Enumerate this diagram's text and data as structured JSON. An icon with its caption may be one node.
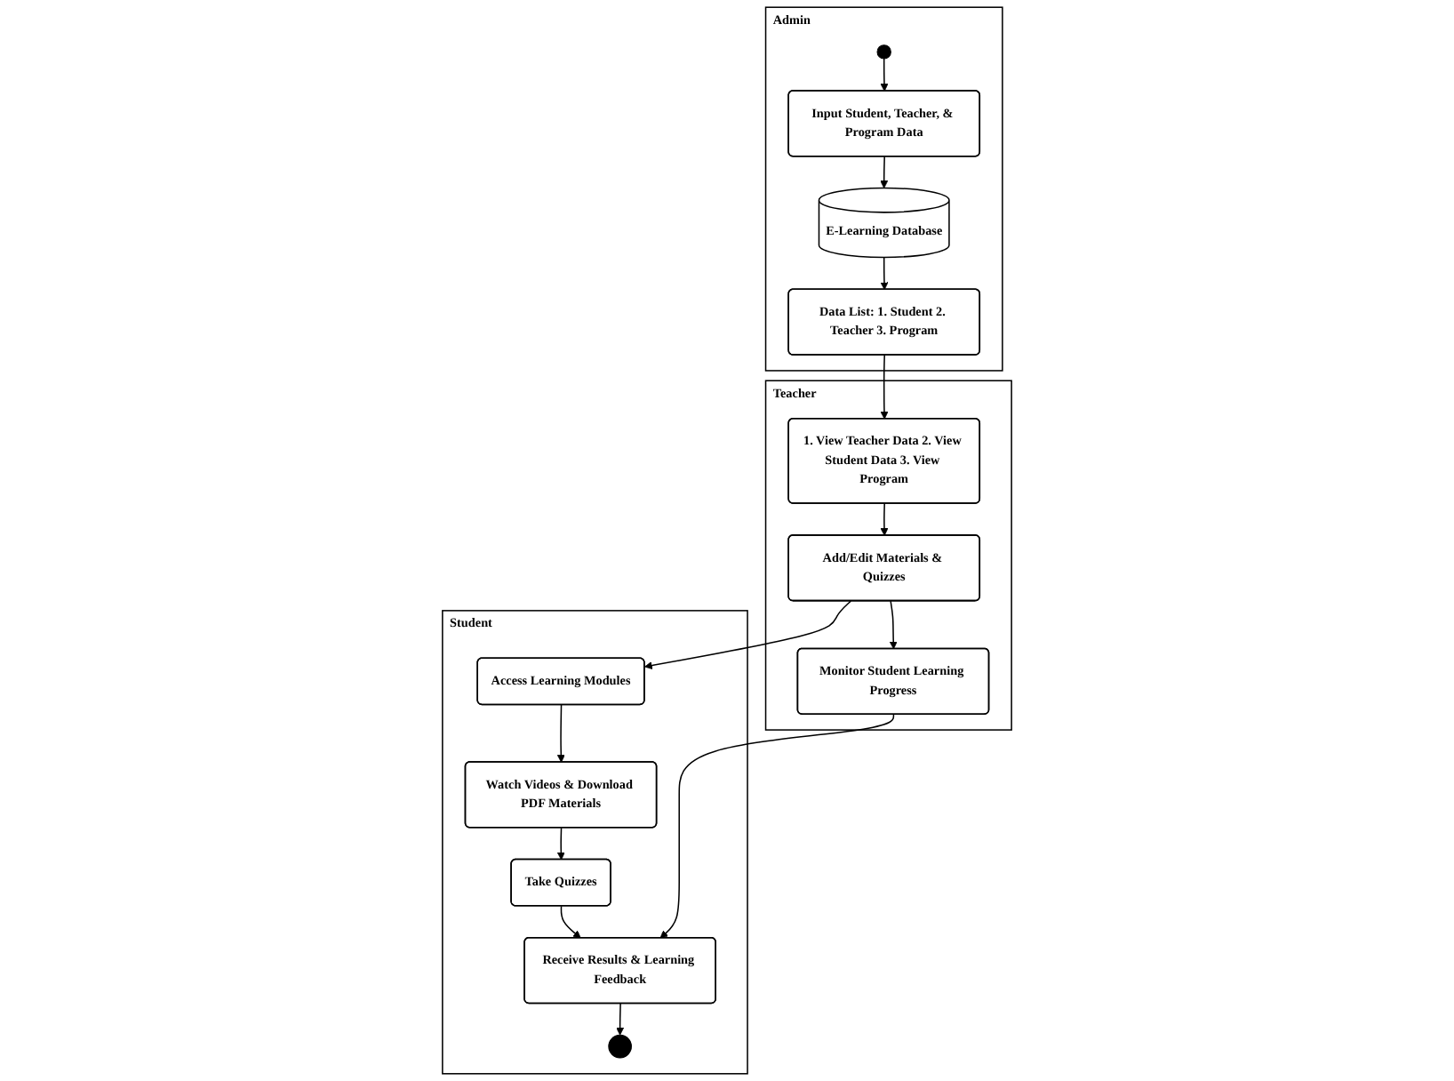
{
  "diagram": {
    "nodes": [
      {
        "text": [
          "Admin"
        ]
      },
      {
        "text": [
          "Teacher"
        ]
      },
      {
        "text": [
          "Student"
        ]
      },
      {
        "text": [],
        "shape": "circle",
        "in": 0
      },
      {
        "text": [
          "Input Student, Teacher, & Program Data"
        ],
        "in": 0
      },
      {
        "text": [
          "E-Learning Database"
        ],
        "in": 0
      },
      {
        "text": [
          "Data List: 1. Student 2. Teacher 3. Program"
        ],
        "in": 0
      },
      {
        "text": [
          "1. View Teacher Data 2. View Student Data 3. View Program"
        ],
        "in": 1
      },
      {
        "text": [
          "Add/Edit Materials & Quizzes"
        ],
        "in": 1
      },
      {
        "text": [
          "Monitor Student Learning Progress"
        ],
        "in": 1
      },
      {
        "text": [
          "Access Learning Modules"
        ],
        "in": 2
      },
      {
        "text": [
          "Watch Videos & Download PDF Materials"
        ],
        "in": 2
      },
      {
        "text": [
          "Take Quizzes"
        ],
        "in": 2
      },
      {
        "text": [
          "Receive Results & Learning Feedback"
        ],
        "in": 2
      },
      {
        "text": [],
        "shape": "circle",
        "in": 2
      }
    ],
    "edges": [
      {
        "from": 3,
        "to": 4,
        "arrow": "to"
      },
      {
        "from": 4,
        "to": 5,
        "arrow": "to"
      },
      {
        "from": 5,
        "to": 6,
        "arrow": "to"
      },
      {
        "from": 6,
        "to": 7,
        "arrow": "to"
      },
      {
        "from": 7,
        "to": 8,
        "arrow": "to"
      },
      {
        "from": 8,
        "to": 10,
        "arrow": "to"
      },
      {
        "from": 8,
        "to": 9,
        "arrow": "to"
      },
      {
        "from": 10,
        "to": 11,
        "arrow": "to"
      },
      {
        "from": 11,
        "to": 12,
        "arrow": "to"
      },
      {
        "from": 12,
        "to": 13,
        "arrow": "to"
      },
      {
        "from": 9,
        "to": 13,
        "arrow": "to"
      },
      {
        "from": 13,
        "to": 14,
        "arrow": "to"
      }
    ]
  }
}
